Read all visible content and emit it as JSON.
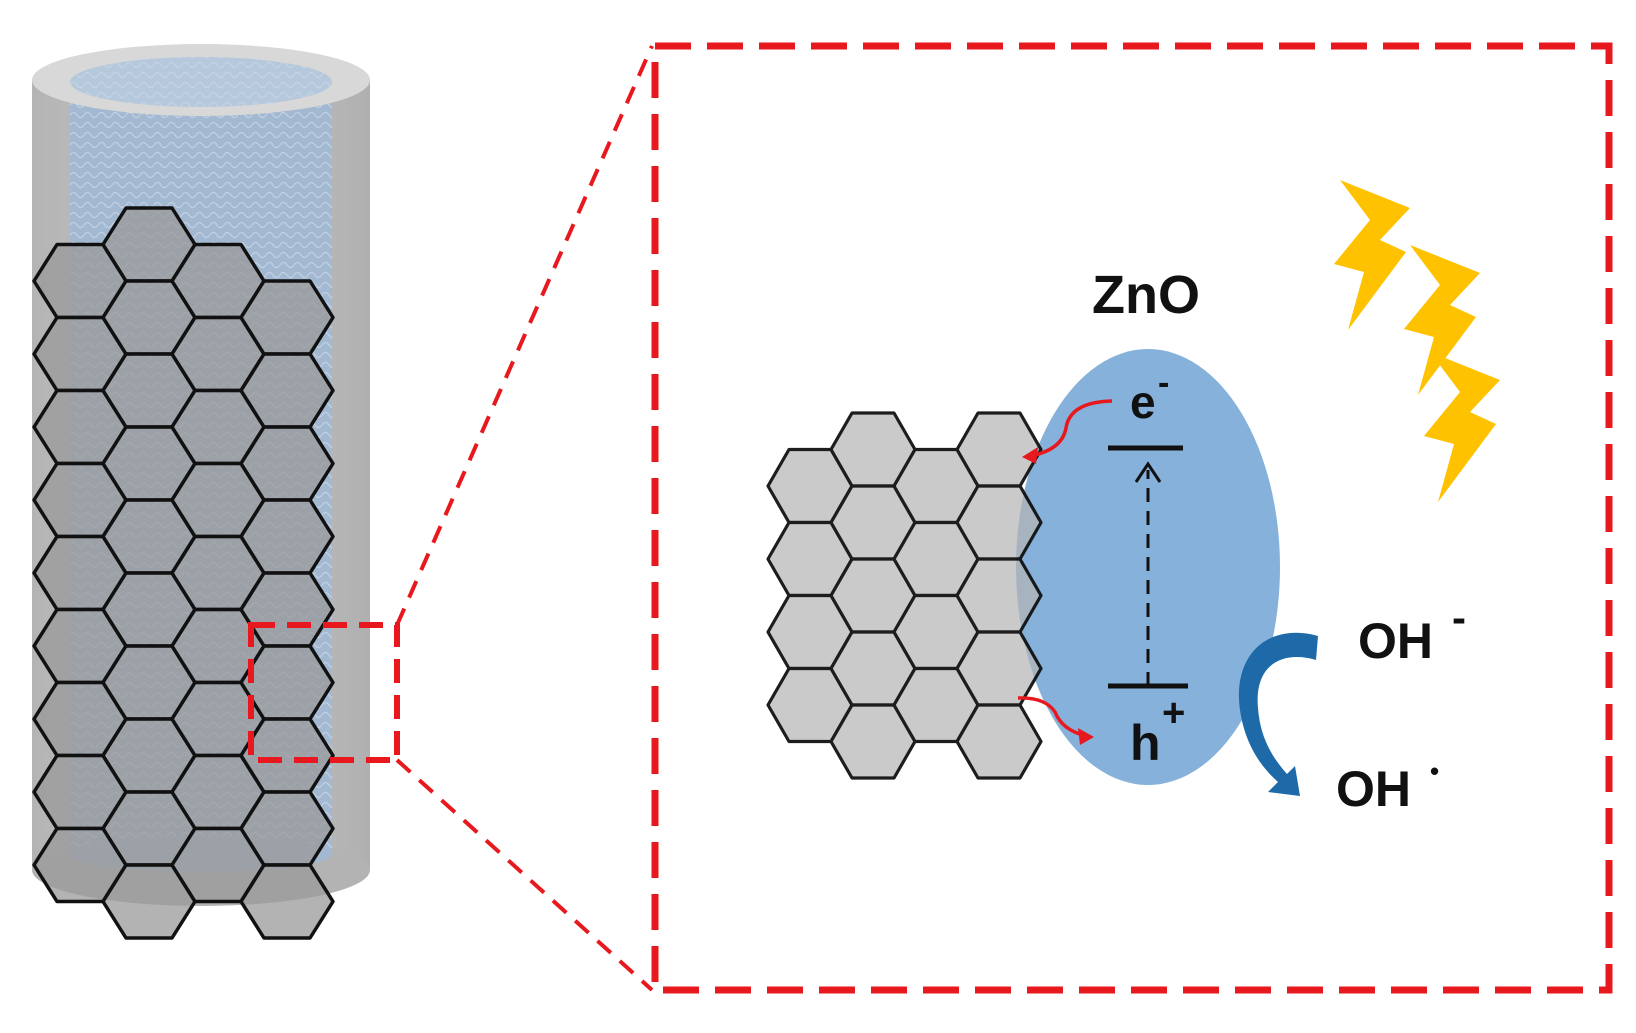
{
  "labels": {
    "material": "ZnO",
    "electron": "e",
    "electron_charge": "-",
    "hole": "h",
    "hole_charge": "+",
    "hydroxide": "OH",
    "hydroxide_charge": "-",
    "radical": "OH",
    "radical_mark": "•"
  },
  "colors": {
    "frame": "#e8191e",
    "zno_fill": "#7fadd9",
    "hex_fill": "#9a9a9a",
    "hex_stroke": "#111111",
    "cylinder_outer": "#bdbdbd",
    "cylinder_inner": "#a9bfd6",
    "lightning": "#ffc200",
    "arrow_blue": "#1e6aa8",
    "arrow_red": "#e8191e"
  },
  "icons": [
    "lightning-bolt-icon",
    "curved-arrow-icon"
  ]
}
